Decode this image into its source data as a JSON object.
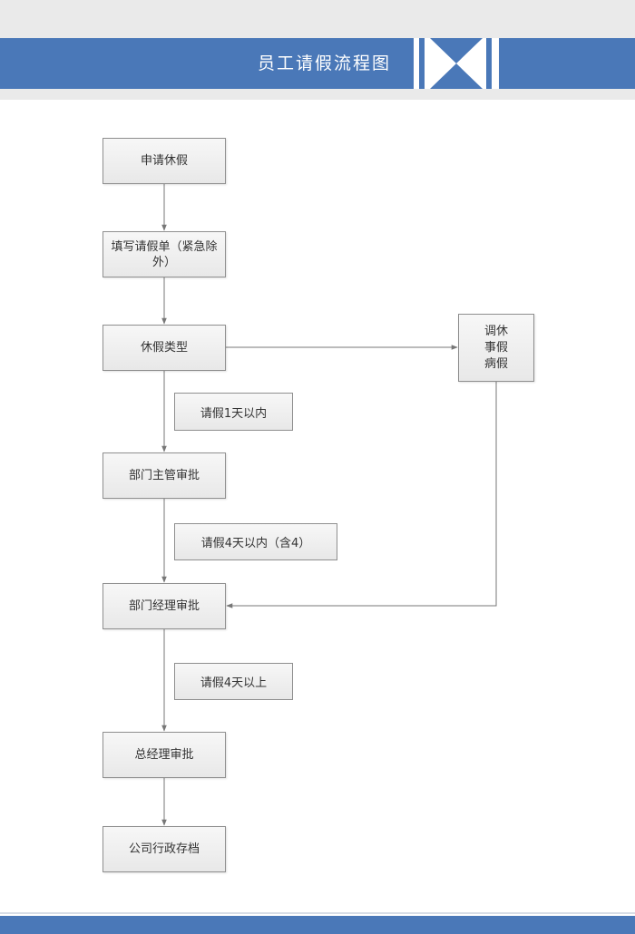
{
  "header": {
    "title": "员工请假流程图"
  },
  "colors": {
    "banner": "#4a78b8",
    "node_border": "#8f8f8f",
    "connector": "#777777"
  },
  "nodes": {
    "apply": "申请休假",
    "fill_form": "填写请假单（紧急除外）",
    "leave_type": "休假类型",
    "other_leave": "调休事假病假",
    "dept_supervisor": "部门主管审批",
    "dept_manager": "部门经理审批",
    "general_manager": "总经理审批",
    "hr_archive": "公司行政存档"
  },
  "conditions": {
    "within_1_day": "请假1天以内",
    "within_4_days": "请假4天以内（含4）",
    "over_4_days": "请假4天以上"
  }
}
